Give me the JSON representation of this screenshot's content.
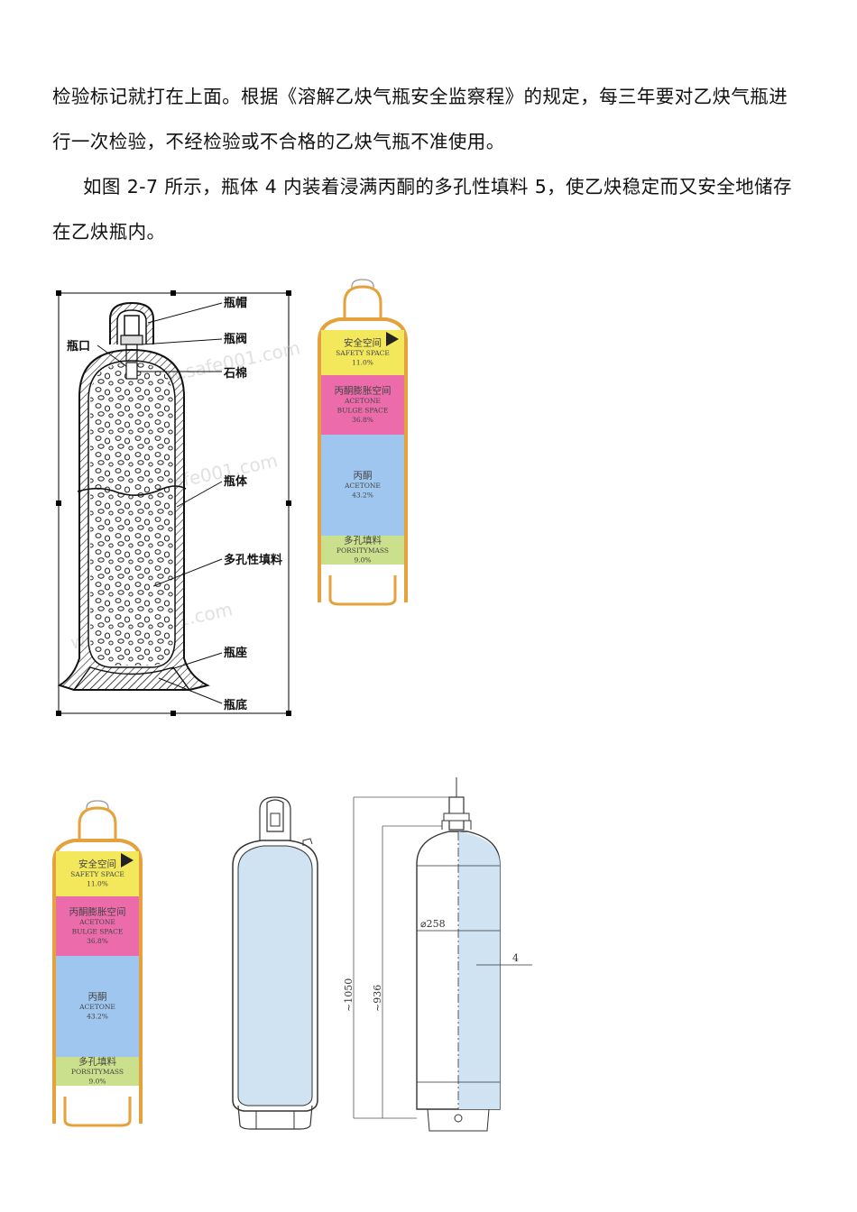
{
  "paragraphs": {
    "p1": "检验标记就打在上面。根据《溶解乙炔气瓶安全监察程》的规定，每三年要对乙炔气瓶进行一次检验，不经检验或不合格的乙炔气瓶不准使用。",
    "p2": "如图 2-7 所示，瓶体 4 内装着浸满丙酮的多孔性填料 5，使乙炔稳定而又安全地储存在乙炔瓶内。"
  },
  "figure1": {
    "labels": {
      "cap": "瓶帽",
      "valve": "瓶阀",
      "mouth": "瓶口",
      "asbestos": "石棉",
      "body": "瓶体",
      "filler": "多孔性填料",
      "seat": "瓶座",
      "bottom": "瓶底"
    },
    "watermark": "www.safe001.com"
  },
  "composition": {
    "sections": [
      {
        "cn": "安全空间",
        "en": "SAFETY SPACE",
        "en2": "",
        "pct": "11.0%",
        "color": "#f3e85c"
      },
      {
        "cn": "丙酮膨胀空间",
        "en": "ACETONE",
        "en2": "BULGE SPACE",
        "pct": "36.8%",
        "color": "#ec6cab"
      },
      {
        "cn": "丙酮",
        "en": "ACETONE",
        "en2": "",
        "pct": "43.2%",
        "color": "#9ec6ee"
      },
      {
        "cn": "多孔填料",
        "en": "PORSITYMASS",
        "en2": "",
        "pct": "9.0%",
        "color": "#cbe08c"
      }
    ]
  },
  "drawing": {
    "dim_total": "~1050",
    "dim_body": "~936",
    "diameter": "⌀258",
    "part_no": "4"
  }
}
